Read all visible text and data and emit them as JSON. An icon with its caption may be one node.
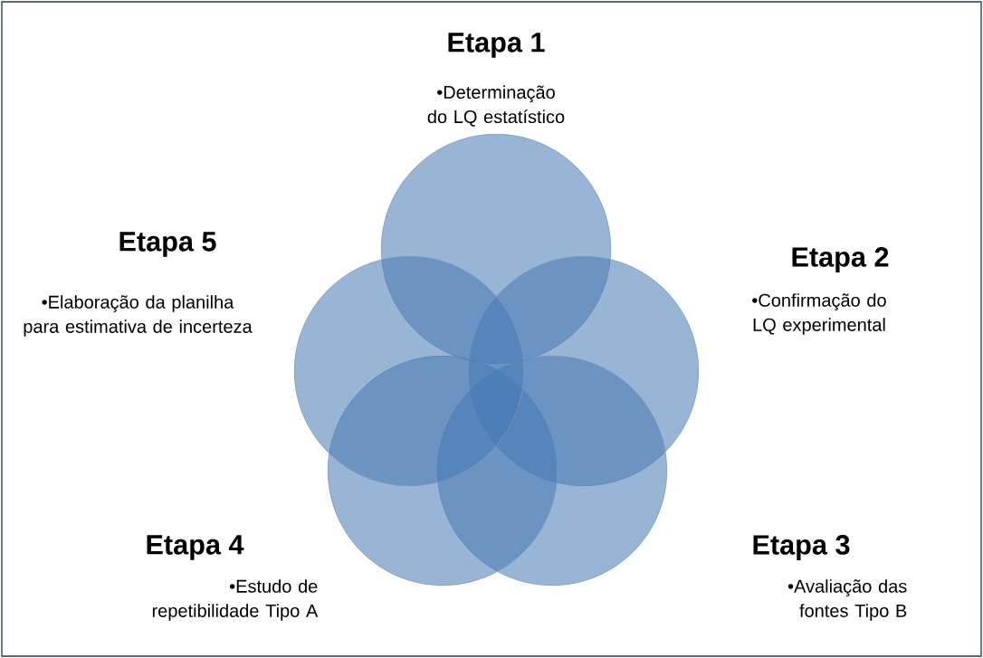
{
  "diagram": {
    "nodes": [
      {
        "text": [],
        "shape": "circle",
        "beside": [
          "Etapa 1",
          "•Determinação do LQ estatístico"
        ]
      },
      {
        "text": [],
        "shape": "circle",
        "beside": [
          "Etapa 2",
          "•Confirmação do LQ experimental"
        ]
      },
      {
        "text": [],
        "shape": "circle",
        "beside": [
          "Etapa 3",
          "•Avaliação das fontes Tipo B"
        ]
      },
      {
        "text": [],
        "shape": "circle",
        "beside": [
          "Etapa 4",
          "•Estudo de repetibilidade Tipo A"
        ]
      },
      {
        "text": [],
        "shape": "circle",
        "beside": [
          "Etapa 5",
          "•Elaboração da planilha para estimativa de incerteza"
        ]
      }
    ]
  }
}
